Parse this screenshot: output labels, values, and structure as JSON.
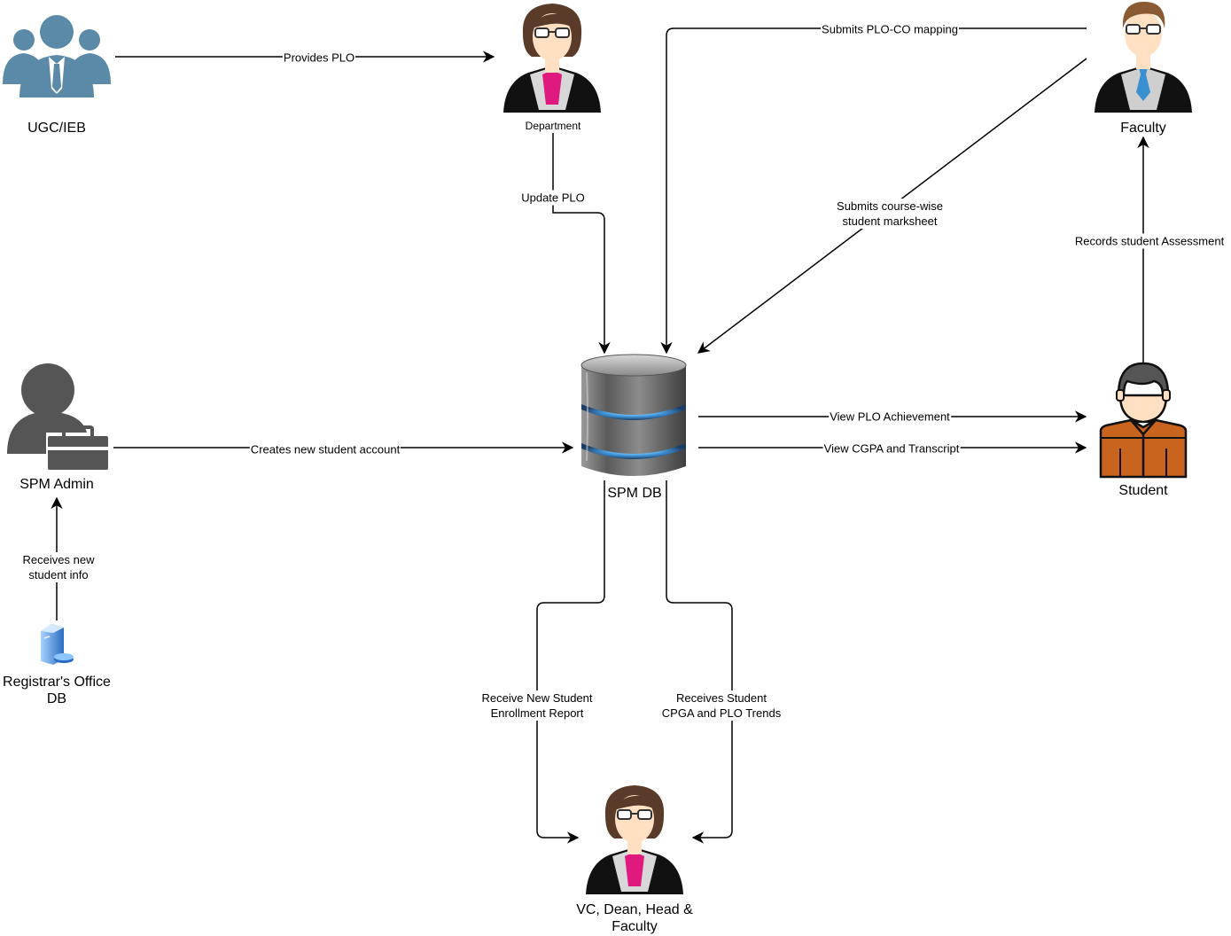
{
  "nodes": {
    "ugc": {
      "label": "UGC/IEB",
      "icon": "group-users-icon"
    },
    "department": {
      "label": "Department",
      "icon": "woman-with-glasses-icon"
    },
    "faculty": {
      "label": "Faculty",
      "icon": "man-with-glasses-icon"
    },
    "spm_db": {
      "label": "SPM DB",
      "icon": "database-icon"
    },
    "spm_admin": {
      "label": "SPM Admin",
      "icon": "admin-with-briefcase-icon"
    },
    "student": {
      "label": "Student",
      "icon": "student-icon"
    },
    "registrar_db": {
      "label": "Registrar's Office\nDB",
      "icon": "server-database-icon"
    },
    "leadership": {
      "label": "VC, Dean, Head &\nFaculty",
      "icon": "woman-with-glasses-icon"
    }
  },
  "edges": {
    "provides_plo": "Provides PLO",
    "submits_mapping": "Submits PLO-CO mapping",
    "update_plo": "Update PLO",
    "submits_marksheet": "Submits course-wise\nstudent marksheet",
    "records_assessment": "Records student Assessment",
    "view_plo": "View PLO Achievement",
    "view_cgpa": "View CGPA and Transcript",
    "creates_account": "Creates new student account",
    "receives_info": "Receives new\nstudent info",
    "enrollment_report": "Receive New Student\nEnrollment Report",
    "cgpa_trends": "Receives Student\nCPGA and PLO Trends"
  },
  "colors": {
    "edge": "#000000",
    "ugc_icon": "#5b8aa8",
    "admin_icon": "#555555",
    "student_jacket": "#c8641e",
    "student_outline": "#111111",
    "db_body": "#6d6d6d",
    "db_glow": "#4aa3e8",
    "skin": "#ffe0c2",
    "hair_female": "#5a3a28",
    "hair_male": "#8a5a32",
    "blouse": "#e0197e",
    "tie": "#3a8fd0",
    "server": "#3f86d8"
  }
}
